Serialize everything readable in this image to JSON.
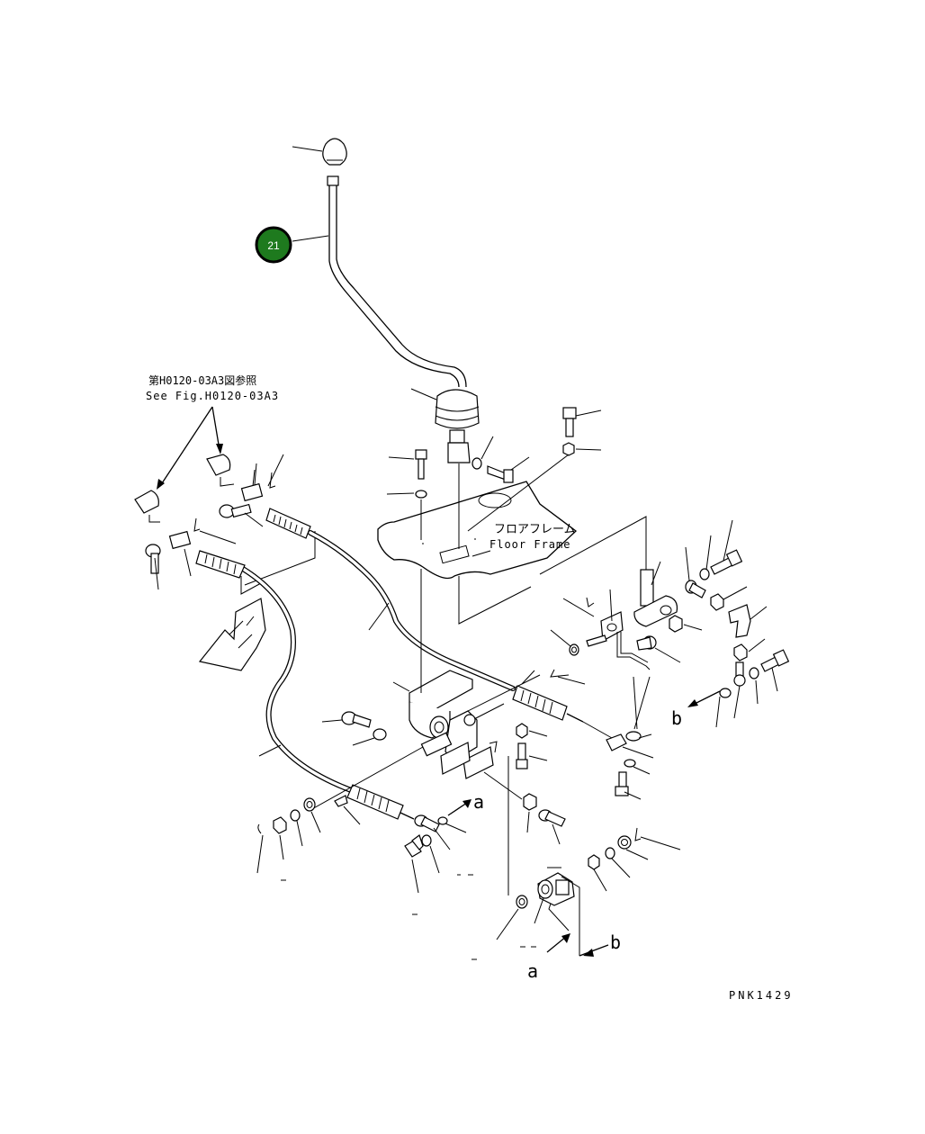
{
  "reference": {
    "ja": "第H0120-03A3図参照",
    "en": "See Fig.H0120-03A3"
  },
  "floor_frame": {
    "ja": "フロアフレーム",
    "en": "Floor Frame"
  },
  "callout": {
    "number": "21",
    "color": "#1e7a1e"
  },
  "arrows": {
    "a1": "a",
    "a2": "a",
    "b1": "b",
    "b2": "b"
  },
  "drawing_code": "PNK1429"
}
